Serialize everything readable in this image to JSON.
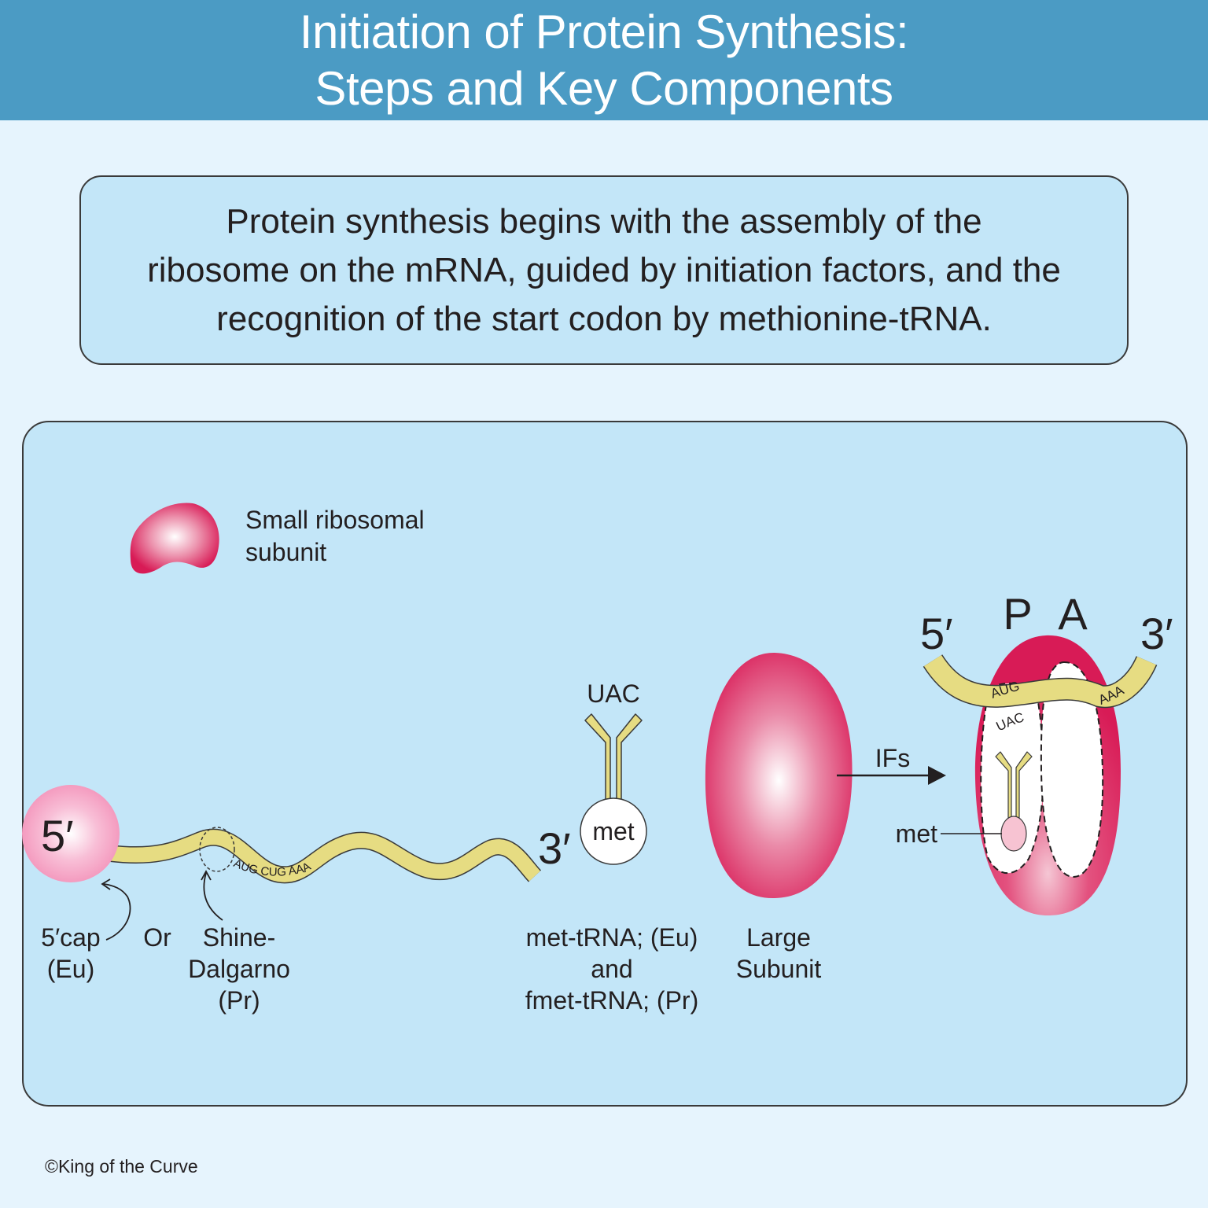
{
  "header": {
    "title_line1": "Initiation of Protein Synthesis:",
    "title_line2": "Steps and Key Components"
  },
  "summary": {
    "line1": "Protein synthesis begins with the assembly of the",
    "line2": "ribosome on the mRNA, guided by initiation factors, and the",
    "line3": "recognition of the start codon by methionine-tRNA."
  },
  "legend": {
    "small_subunit_line1": "Small ribosomal",
    "small_subunit_line2": "subunit"
  },
  "mrna": {
    "five_prime": "5′",
    "three_prime": "3′",
    "codon_aug": "AUG",
    "codon_cug": "CUG",
    "codon_aaa": "AAA",
    "cap_label_line1": "5′cap",
    "cap_label_line2": "(Eu)",
    "or_label": "Or",
    "shine_label_line1": "Shine-",
    "shine_label_line2": "Dalgarno",
    "shine_label_line3": "(Pr)"
  },
  "trna": {
    "anticodon": "UAC",
    "amino_acid": "met",
    "label_line1": "met-tRNA; (Eu)",
    "label_line2": "and",
    "label_line3": "fmet-tRNA; (Pr)"
  },
  "large_subunit": {
    "label_line1": "Large",
    "label_line2": "Subunit"
  },
  "arrow": {
    "label": "IFs"
  },
  "assembled": {
    "five_prime": "5′",
    "three_prime": "3′",
    "site_p": "P",
    "site_a": "A",
    "codon_aug": "AUG",
    "codon_aaa": "AAA",
    "anticodon": "UAC",
    "met_label": "met"
  },
  "colors": {
    "header_bg": "#4b9bc4",
    "panel_bg": "#c3e6f8",
    "ribosome": "#d81b56",
    "mrna": "#e6dc82",
    "cap": "#f5a3c3"
  },
  "footer": {
    "copyright": "©King of the Curve"
  }
}
